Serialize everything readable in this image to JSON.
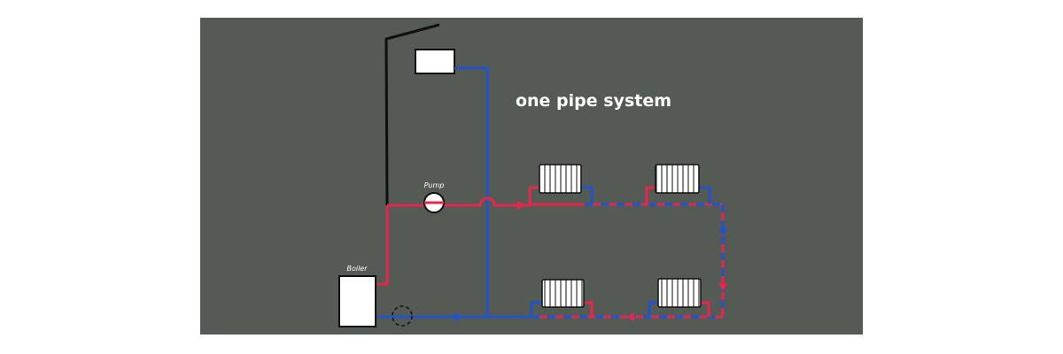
{
  "diagram": {
    "title": "one pipe system",
    "colors": {
      "background": "#545a54",
      "flow_pipe": "#e8264c",
      "return_pipe": "#2452c8",
      "outline": "#101010",
      "fill": "#ffffff",
      "caption": "#ffffff"
    },
    "components": {
      "pump_label": "Pump",
      "boiler_label": "Boiler"
    }
  }
}
